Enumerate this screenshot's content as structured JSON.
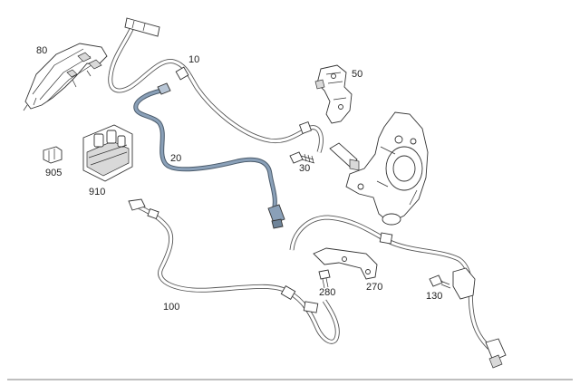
{
  "parts": [
    {
      "id": "p80",
      "label": "80"
    },
    {
      "id": "p10",
      "label": "10"
    },
    {
      "id": "p50",
      "label": "50"
    },
    {
      "id": "p20",
      "label": "20"
    },
    {
      "id": "p30",
      "label": "30"
    },
    {
      "id": "p905",
      "label": "905"
    },
    {
      "id": "p910",
      "label": "910"
    },
    {
      "id": "p100",
      "label": "100"
    },
    {
      "id": "p280",
      "label": "280"
    },
    {
      "id": "p270",
      "label": "270"
    },
    {
      "id": "p130",
      "label": "130"
    }
  ],
  "colors": {
    "line": "#333333",
    "cable": "#8a8a8a",
    "sensor_blue": "#8aa0b8"
  }
}
